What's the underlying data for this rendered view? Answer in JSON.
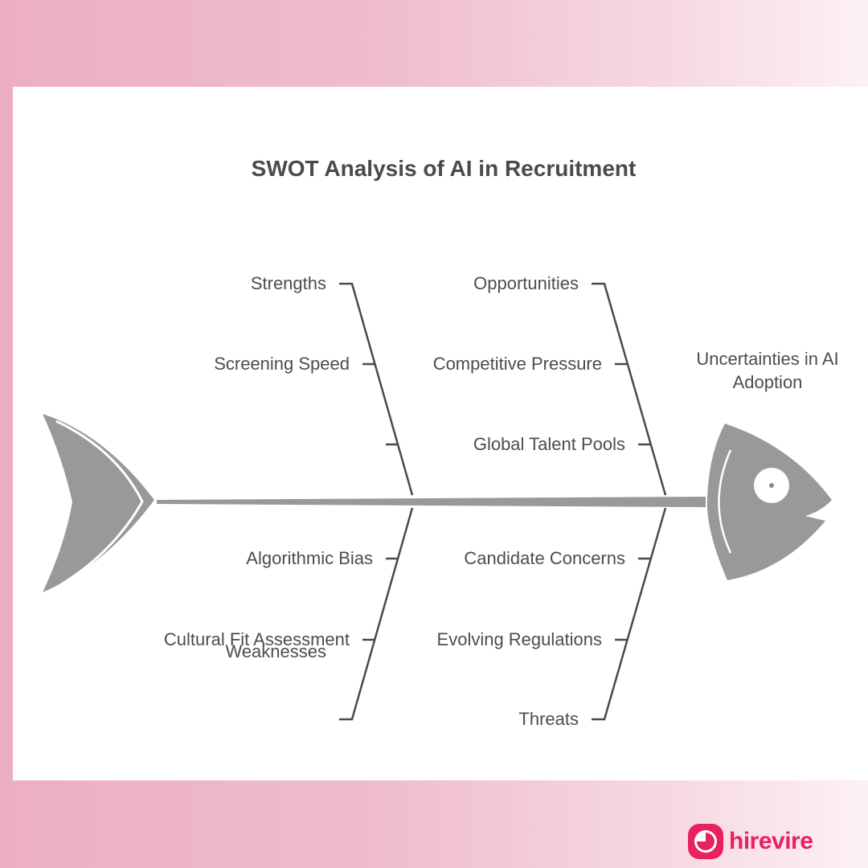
{
  "title": "SWOT Analysis of AI in Recruitment",
  "effect": "Uncertainties in AI Adoption",
  "categories": {
    "strengths": "Strengths",
    "opportunities": "Opportunities",
    "weaknesses": "Weaknesses",
    "threats": "Threats"
  },
  "causes": {
    "strengths": [
      "Screening Speed",
      ""
    ],
    "opportunities": [
      "Competitive Pressure",
      "Global Talent Pools"
    ],
    "weaknesses": [
      "Algorithmic Bias",
      "Cultural Fit Assessment"
    ],
    "threats": [
      "Candidate Concerns",
      "Evolving Regulations"
    ]
  },
  "brand": {
    "name": "hirevire",
    "color": "#e8215f"
  },
  "colors": {
    "fish": "#999999",
    "lines": "#4a4a4a",
    "background_gradient": [
      "#ecaec4",
      "#fdf1f5"
    ]
  },
  "icons": [
    "hirevire-logo-icon",
    "fish-head-icon",
    "fish-tail-icon"
  ]
}
